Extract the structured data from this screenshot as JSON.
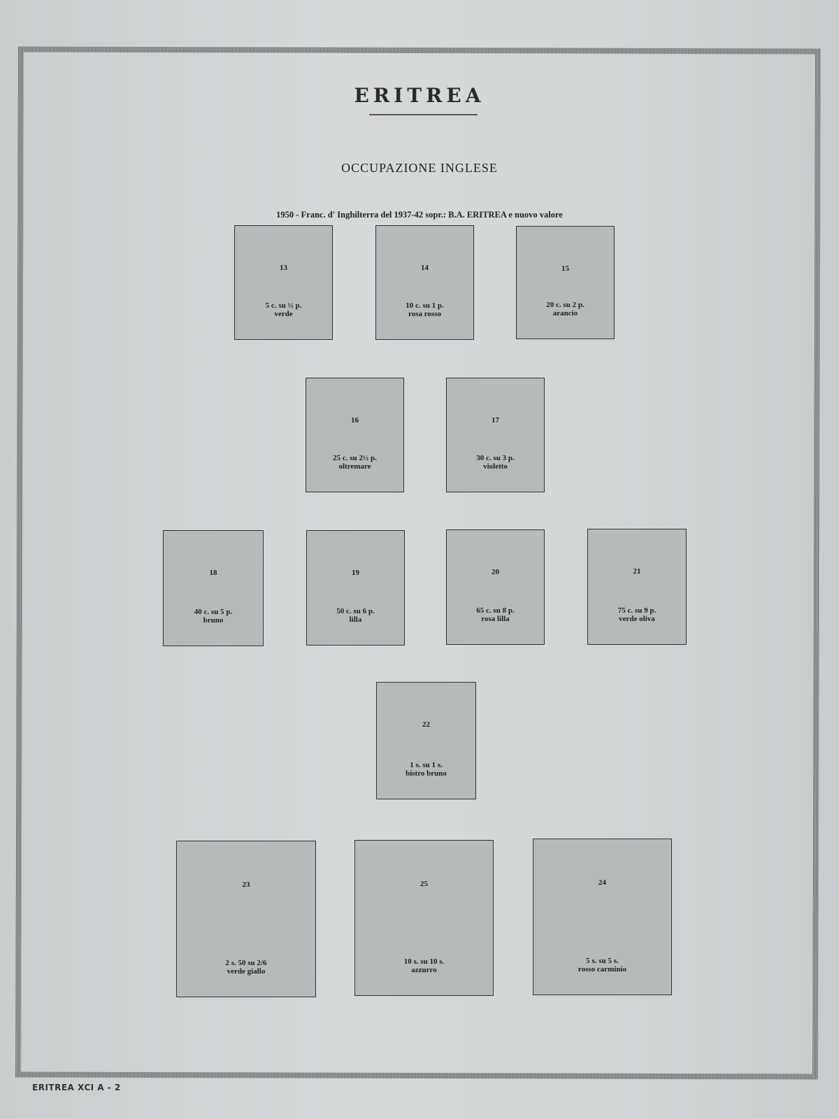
{
  "header": {
    "title": "ERITREA",
    "subtitle": "OCCUPAZIONE INGLESE",
    "series": "1950 - Franc. d' Inghilterra del 1937-42 sopr.: B.A. ERITREA e nuovo valore"
  },
  "stamps": [
    {
      "number": "13",
      "value": "5 c. su ½ p.",
      "color": "verde"
    },
    {
      "number": "14",
      "value": "10 c. su 1 p.",
      "color": "rosa rosso"
    },
    {
      "number": "15",
      "value": "20 c. su 2 p.",
      "color": "arancio"
    },
    {
      "number": "16",
      "value": "25 c. su 2½ p.",
      "color": "oltremare"
    },
    {
      "number": "17",
      "value": "30 c. su 3 p.",
      "color": "violetto"
    },
    {
      "number": "18",
      "value": "40 c. su 5 p.",
      "color": "bruno"
    },
    {
      "number": "19",
      "value": "50 c. su 6 p.",
      "color": "lilla"
    },
    {
      "number": "20",
      "value": "65 c. su 8 p.",
      "color": "rosa lilla"
    },
    {
      "number": "21",
      "value": "75 c. su 9 p.",
      "color": "verde oliva"
    },
    {
      "number": "22",
      "value": "1 s. su 1 s.",
      "color": "bistro bruno"
    },
    {
      "number": "23",
      "value": "2 s. 50 su 2/6",
      "color": "verde giallo"
    },
    {
      "number": "25",
      "value": "10 s. su 10 s.",
      "color": "azzurro"
    },
    {
      "number": "24",
      "value": "5 s. su 5 s.",
      "color": "rosso carminio"
    }
  ],
  "footer": {
    "label": "ERITREA XCI A - 2"
  }
}
